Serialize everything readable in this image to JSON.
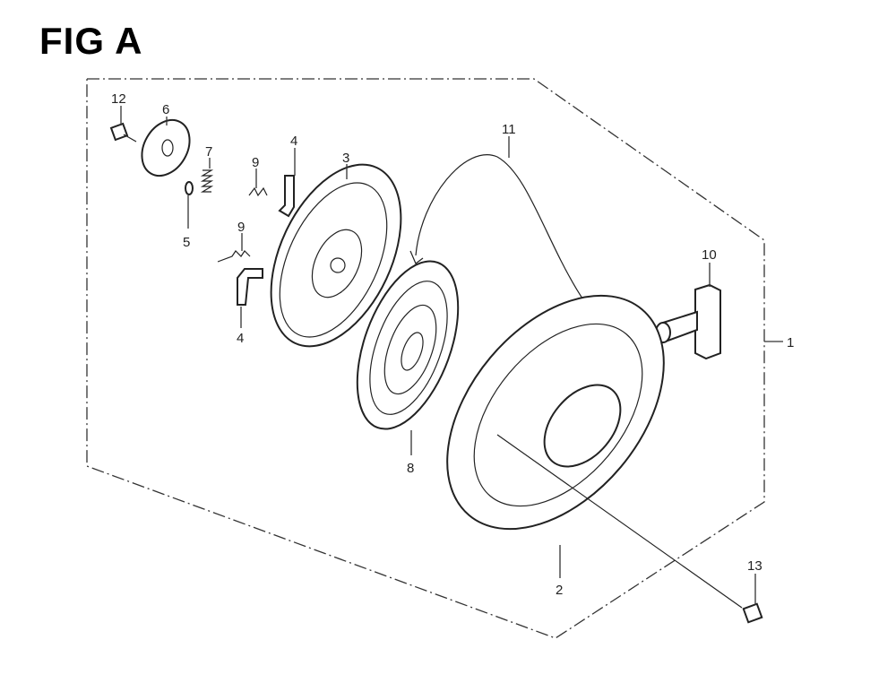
{
  "figure": {
    "title": "FIG A",
    "callouts": [
      {
        "id": "c12",
        "label": "12"
      },
      {
        "id": "c6",
        "label": "6"
      },
      {
        "id": "c7",
        "label": "7"
      },
      {
        "id": "c5",
        "label": "5"
      },
      {
        "id": "c9a",
        "label": "9"
      },
      {
        "id": "c4a",
        "label": "4"
      },
      {
        "id": "c3",
        "label": "3"
      },
      {
        "id": "c9b",
        "label": "9"
      },
      {
        "id": "c4b",
        "label": "4"
      },
      {
        "id": "c11",
        "label": "11"
      },
      {
        "id": "c8",
        "label": "8"
      },
      {
        "id": "c10",
        "label": "10"
      },
      {
        "id": "c1",
        "label": "1"
      },
      {
        "id": "c2",
        "label": "2"
      },
      {
        "id": "c13",
        "label": "13"
      }
    ]
  }
}
